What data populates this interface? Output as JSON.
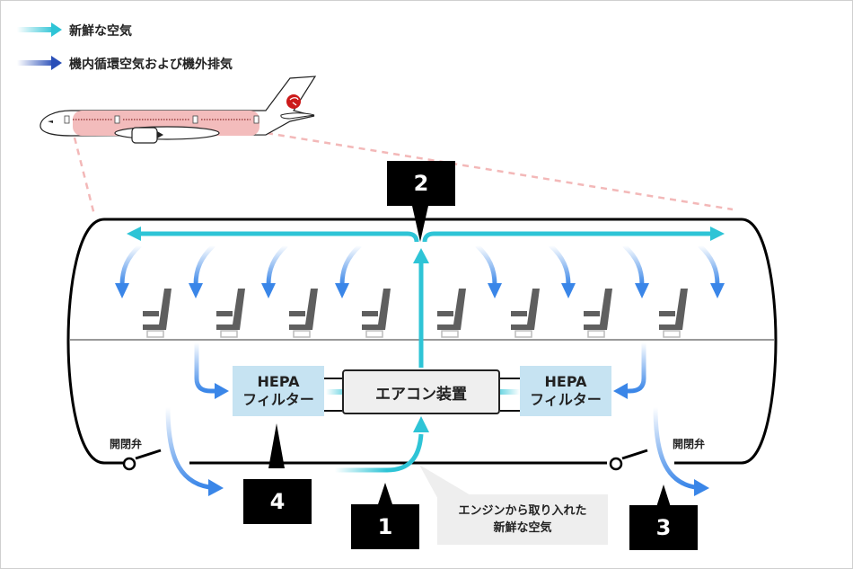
{
  "legend": {
    "items": [
      {
        "label": "新鮮な空気",
        "icon": "fresh-air-arrow-icon",
        "color": "#2ec4d6"
      },
      {
        "label": "機内循環空気および機外排気",
        "icon": "recirculated-air-arrow-icon",
        "color": "#2a4fb8"
      }
    ]
  },
  "aircraft": {
    "icon": "airplane-icon",
    "logo": "crane-logo-icon",
    "highlight_color": "#f3bcbc"
  },
  "cabin": {
    "seat_count": 8,
    "hepa_left": {
      "line1": "HEPA",
      "line2": "フィルター"
    },
    "hepa_right": {
      "line1": "HEPA",
      "line2": "フィルター"
    },
    "aircon": {
      "label": "エアコン装置"
    },
    "valve_left": {
      "label": "開閉弁"
    },
    "valve_right": {
      "label": "開閉弁"
    }
  },
  "markers": [
    {
      "number": "1"
    },
    {
      "number": "2"
    },
    {
      "number": "3"
    },
    {
      "number": "4"
    }
  ],
  "note": {
    "line1": "エンジンから取り入れた",
    "line2": "新鮮な空気"
  },
  "colors": {
    "fresh_air": "#2ec4d6",
    "recirculated_air": "#3a86e8",
    "outline": "#000000",
    "hepa_fill": "#c6e3f2",
    "seat": "#5f5f5f"
  }
}
